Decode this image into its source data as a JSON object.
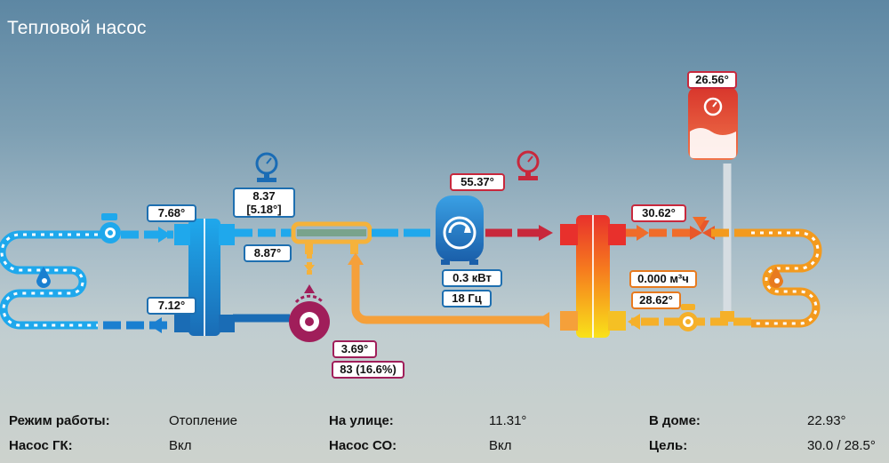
{
  "page": {
    "title": "Тепловой насос"
  },
  "readings": {
    "brine_in_temp": "7.68°",
    "brine_out_temp": "7.12°",
    "evap_pressure_line1": "8.37",
    "evap_pressure_line2": "[5.18°]",
    "suction_temp": "8.87°",
    "discharge_temp": "55.37°",
    "compressor_power": "0.3 кВт",
    "compressor_freq": "18 Гц",
    "valve_temp": "3.69°",
    "valve_position": "83 (16.6%)",
    "supply_temp": "30.62°",
    "flow_rate": "0.000 м³ч",
    "return_temp": "28.62°",
    "boiler_temp": "26.56°"
  },
  "status": {
    "mode_label": "Режим работы:",
    "mode_value": "Отопление",
    "outdoor_label": "На улице:",
    "outdoor_value": "11.31°",
    "indoor_label": "В доме:",
    "indoor_value": "22.93°",
    "ground_pump_label": "Насос ГК:",
    "ground_pump_value": "Вкл",
    "heating_pump_label": "Насос СО:",
    "heating_pump_value": "Вкл",
    "target_label": "Цель:",
    "target_value": "30.0 / 28.5°"
  },
  "colors": {
    "cold": "#1fa8ec",
    "cold_dark": "#1a6cb5",
    "hot": "#f39a1e",
    "discharge": "#c8283c",
    "expansion_valve": "#a01e5a"
  },
  "icons": [
    "pump-icon",
    "pressure-gauge-icon",
    "water-drop-icon",
    "compressor-icon",
    "expansion-valve-icon",
    "three-way-valve-icon",
    "boiler-tank-icon",
    "heat-exchanger-icon"
  ]
}
